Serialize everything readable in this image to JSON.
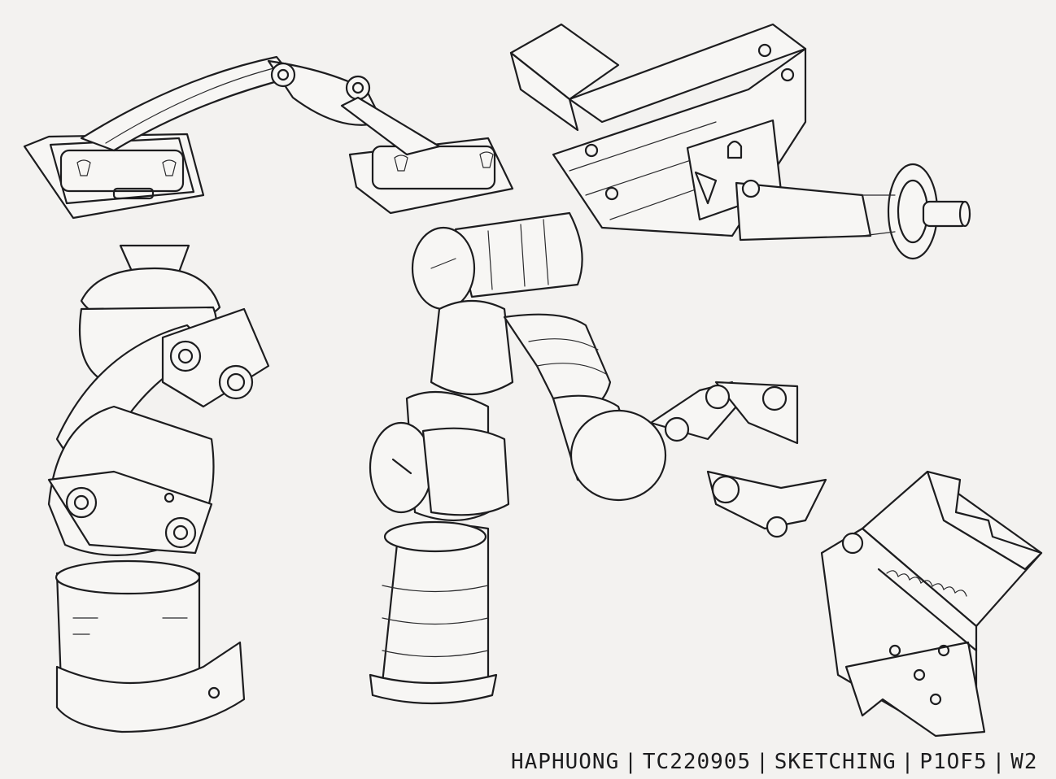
{
  "caption": {
    "name": "HAPHUONG",
    "code": "TC220905",
    "subject": "SKETCHING",
    "page": "P1OF5",
    "week": "W2",
    "separator": "|"
  },
  "colors": {
    "paper": "#f3f2f0",
    "ink": "#1d1d1f"
  },
  "drawings": [
    "robot-arm-linkage-sketch",
    "shaft-bracket-sketch",
    "knee-joint-sketch",
    "multi-joint-robot-arm-sketch",
    "spring-hinge-sketch"
  ]
}
